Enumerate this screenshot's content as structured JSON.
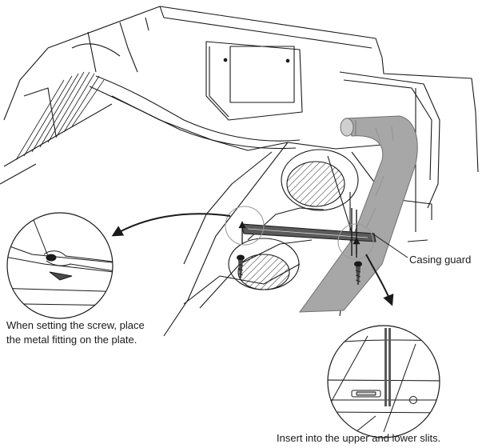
{
  "labels": {
    "casing_guard": "Casing guard",
    "screw_note_line1": "When setting the screw, place",
    "screw_note_line2": "the metal fitting on the plate.",
    "slits_note": "Insert into the upper and lower slits."
  },
  "colors": {
    "line": "#1a1a1a",
    "duct": "#a7a7a7",
    "duct_edge": "#6f6f6f",
    "guard": "#5a5a5a",
    "background": "#ffffff"
  },
  "icons": {
    "screw": "screw-icon",
    "arrow": "arrow-icon"
  }
}
